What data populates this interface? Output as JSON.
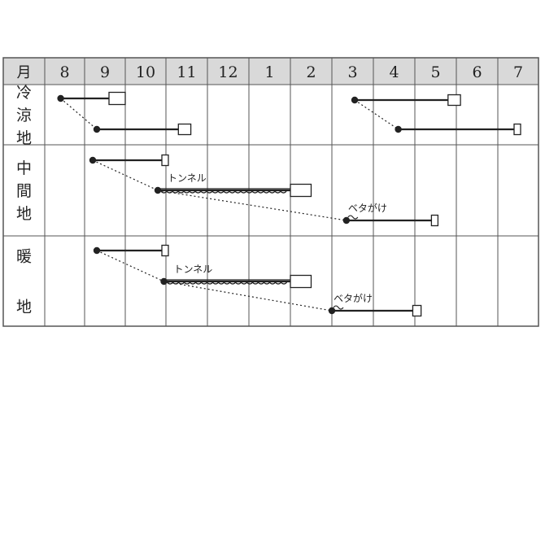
{
  "chart_data": {
    "type": "gantt",
    "header_label": "月",
    "months": [
      "8",
      "9",
      "10",
      "11",
      "12",
      "1",
      "2",
      "3",
      "4",
      "5",
      "6",
      "7"
    ],
    "regions": [
      {
        "name_chars": [
          "冷",
          "涼",
          "地"
        ],
        "rows": [
          {
            "sow": 8.4,
            "harvest_start": 9.6,
            "harvest_end": 10.0,
            "cover": null,
            "cover_label": ""
          },
          {
            "sow": 9.3,
            "harvest_start": 11.3,
            "harvest_end": 11.6,
            "cover": null,
            "cover_label": ""
          },
          {
            "sow": 3.55,
            "harvest_start": 5.8,
            "harvest_end": 6.1,
            "cover": null,
            "cover_label": ""
          },
          {
            "sow": 4.6,
            "harvest_start": 7.4,
            "harvest_end": 7.55,
            "cover": null,
            "cover_label": ""
          }
        ]
      },
      {
        "name_chars": [
          "中",
          "間",
          "地"
        ],
        "rows": [
          {
            "sow": 9.2,
            "harvest_start": 10.9,
            "harvest_end": 11.05,
            "cover": null,
            "cover_label": ""
          },
          {
            "sow": 10.8,
            "harvest_start": 2.0,
            "harvest_end": 2.5,
            "cover": "tunnel",
            "cover_label": "トンネル"
          },
          {
            "sow": 3.35,
            "harvest_start": 5.4,
            "harvest_end": 5.55,
            "cover": "beta",
            "cover_label": "ベタがけ"
          }
        ]
      },
      {
        "name_chars": [
          "暖",
          "地"
        ],
        "rows": [
          {
            "sow": 9.3,
            "harvest_start": 10.9,
            "harvest_end": 11.05,
            "cover": null,
            "cover_label": ""
          },
          {
            "sow": 10.95,
            "harvest_start": 2.0,
            "harvest_end": 2.5,
            "cover": "tunnel",
            "cover_label": "トンネル"
          },
          {
            "sow": 3.0,
            "harvest_start": 4.95,
            "harvest_end": 5.15,
            "cover": "beta",
            "cover_label": "ベタがけ"
          }
        ]
      }
    ],
    "colors": {
      "line": "#222222",
      "grid": "#555555",
      "header_bg": "#d9d9d9"
    }
  }
}
